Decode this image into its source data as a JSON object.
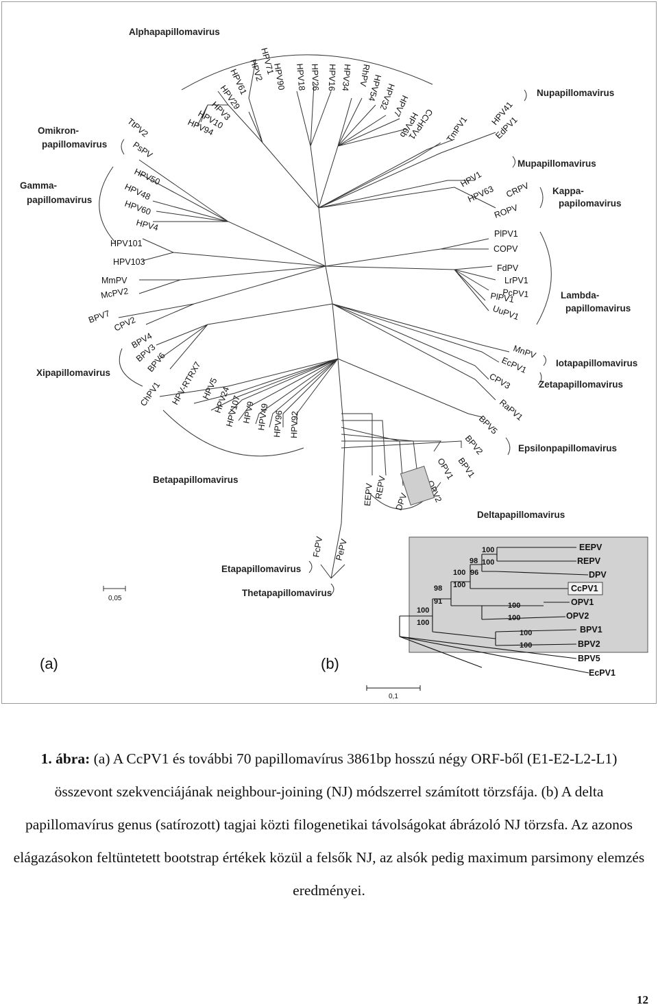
{
  "figure": {
    "panel_a_label": "(a)",
    "panel_b_label": "(b)",
    "genus_labels": {
      "alpha": "Alphapapillomavirus",
      "nu": "Nupapillomavirus",
      "omikron_1": "Omikron-",
      "omikron_2": "papillomavirus",
      "mu": "Mupapillomavirus",
      "gamma_1": "Gamma-",
      "gamma_2": "papillomavirus",
      "kappa_1": "Kappa-",
      "kappa_2": "papilomavirus",
      "lambda_1": "Lambda-",
      "lambda_2": "papillomavirus",
      "xi": "Xipapillomavirus",
      "iota": "Iotapapillomavirus",
      "zeta": "Zetapapillomavirus",
      "epsilon": "Epsilonpapillomavirus",
      "beta": "Betapapillomavirus",
      "delta": "Deltapapillomavirus",
      "eta": "Etapapillomavirus",
      "theta": "Thetapapillomavirus"
    },
    "scale_a": "0,05",
    "scale_b": "0,1",
    "tree_a_taxa": [
      "HPV71",
      "HPV2",
      "HPV61",
      "HPV29",
      "HPV3",
      "HPV10",
      "HPV94",
      "HPV90",
      "HPV18",
      "HPV26",
      "HPV16",
      "HPV34",
      "RhPV",
      "HPV54",
      "HPV32",
      "HPV7",
      "HPV6b",
      "CCHPV1",
      "TtPV2",
      "PsPV",
      "HPV50",
      "HPV48",
      "HPV60",
      "HPV4",
      "HPV101",
      "HPV103",
      "MmPV",
      "McPV2",
      "BPV7",
      "CPV2",
      "BPV4",
      "BPV3",
      "BPV6",
      "ChPV1",
      "HPV-RTRX7",
      "HPV5",
      "HPV24",
      "HPV107",
      "HPV9",
      "HPV49",
      "HPV96",
      "HPV92",
      "EEPV",
      "REPV",
      "DPV",
      "CcPV1",
      "OPV2",
      "OPV1",
      "BPV1",
      "BPV2",
      "BPV5",
      "RaPV1",
      "CPV3",
      "EcPV1",
      "MnPV",
      "UuPV1",
      "PlPV1",
      "PcPV1",
      "LrPV1",
      "FdPV",
      "COPV",
      "PlPV1",
      "ROPV",
      "CRPV",
      "HPV63",
      "HPV1",
      "TmPV1",
      "EdPV1",
      "HPV41",
      "FcPV",
      "PePV"
    ],
    "tree_b_taxa": [
      "EEPV",
      "REPV",
      "DPV",
      "CcPV1",
      "OPV1",
      "OPV2",
      "BPV1",
      "BPV2",
      "BPV5",
      "EcPV1"
    ],
    "tree_b_bootstrap": [
      "100",
      "98",
      "100",
      "100",
      "96",
      "98",
      "100",
      "91",
      "100",
      "100",
      "100",
      "100",
      "100",
      "100"
    ]
  },
  "caption": {
    "lead": "1. ábra:",
    "text": " (a) A CcPV1 és további 70 papillomavírus 3861bp hosszú négy ORF-ből (E1-E2-L2-L1) összevont szekvenciájának neighbour-joining (NJ) módszerrel számított törzsfája.  (b) A delta papillomavírus genus (satírozott) tagjai közti filogenetikai távolságokat ábrázoló NJ törzsfa. Az azonos elágazásokon feltüntetett bootstrap értékek közül a felsők NJ, az alsók pedig maximum parsimony elemzés eredményei."
  },
  "page_number": "12"
}
